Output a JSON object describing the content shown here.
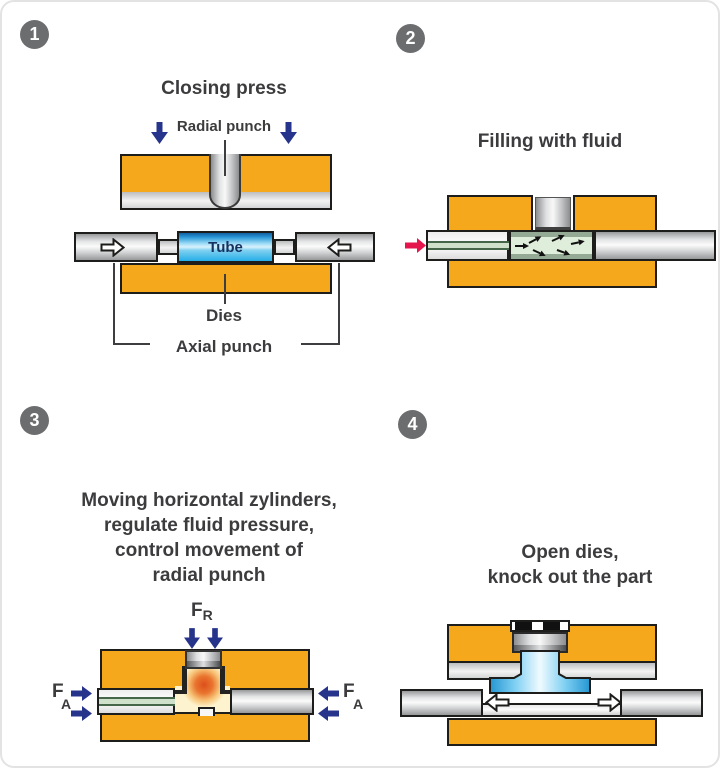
{
  "page": {
    "background": "#ffffff",
    "corner_border": "#e3e3e3"
  },
  "colors": {
    "die_orange": "#F6A81C",
    "outline": "#1D1D1B",
    "badge_gray": "#6B6D6F",
    "text_dark": "#3C3C3E",
    "arrow_blue": "#27348B",
    "arrow_red": "#E5164B",
    "tube_text_navy": "#16305F",
    "fluid_green": "#DFEEDA",
    "fluid_green_dark": "#95AA95",
    "feed_line_green": "#CFE0CB",
    "cavity_cream": "#FDF4CF",
    "hot_spot_orange": "#DD4F1B",
    "part_blue": "#2496D2"
  },
  "icons": {
    "step_badge": "gray numbered circle",
    "blue_down_arrow": "solid blue down arrow",
    "blue_right_arrow": "solid blue right arrow",
    "blue_left_arrow": "solid blue left arrow",
    "red_inlet_arrow": "solid red right arrow (fluid inlet)",
    "outline_right_arrow": "white right arrow with black outline",
    "outline_left_arrow": "white left arrow with black outline",
    "flow_arrows": "small black arrows showing fluid flow"
  },
  "panels": [
    {
      "number": "1",
      "title": "Closing press",
      "radial_punch_label": "Radial punch",
      "tube_label": "Tube",
      "dies_label": "Dies",
      "axial_punch_label": "Axial punch"
    },
    {
      "number": "2",
      "title": "Filling with fluid"
    },
    {
      "number": "3",
      "title_lines": [
        "Moving horizontal zylinders,",
        "regulate fluid pressure,",
        "control movement of",
        "radial punch"
      ],
      "force_radial_symbol": "F",
      "force_radial_sub": "R",
      "force_axial_symbol": "F",
      "force_axial_sub": "A"
    },
    {
      "number": "4",
      "title_lines": [
        "Open dies,",
        "knock out the part"
      ]
    }
  ]
}
